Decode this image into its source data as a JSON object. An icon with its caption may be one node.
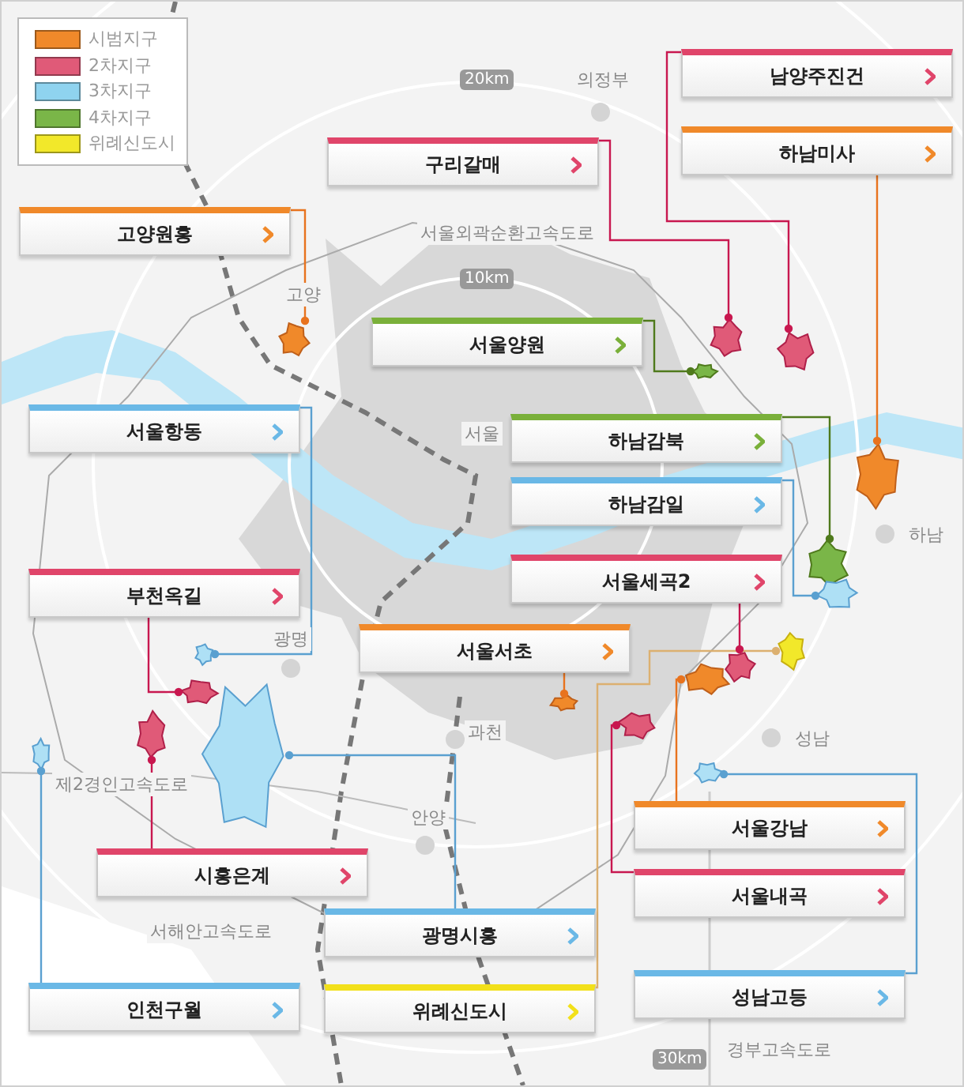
{
  "diagram": {
    "nodes": [
      {
        "text": [
          "남양주진건"
        ]
      },
      {
        "text": [
          "구리갈매"
        ]
      },
      {
        "text": [
          "하남미사"
        ]
      },
      {
        "text": [
          "고양원흥"
        ]
      },
      {
        "text": [
          "서울양원"
        ]
      },
      {
        "text": [
          "서울항동"
        ]
      },
      {
        "text": [
          "하남감북"
        ]
      },
      {
        "text": [
          "하남감일"
        ]
      },
      {
        "text": [
          "서울세곡2"
        ]
      },
      {
        "text": [
          "부천옥길"
        ]
      },
      {
        "text": [
          "서울서초"
        ]
      },
      {
        "text": [
          "서울강남"
        ]
      },
      {
        "text": [
          "시흥은계"
        ]
      },
      {
        "text": [
          "서울내곡"
        ]
      },
      {
        "text": [
          "광명시흥"
        ]
      },
      {
        "text": [
          "성남고등"
        ]
      },
      {
        "text": [
          "위례신도시"
        ]
      },
      {
        "text": [
          "인천구월"
        ]
      },
      {
        "text": [],
        "shape": "picture"
      },
      {
        "text": [],
        "shape": "picture"
      },
      {
        "text": [],
        "shape": "picture"
      },
      {
        "text": [],
        "shape": "picture"
      },
      {
        "text": [],
        "shape": "picture"
      },
      {
        "text": [],
        "shape": "picture"
      },
      {
        "text": [],
        "shape": "picture"
      },
      {
        "text": [],
        "shape": "picture"
      },
      {
        "text": [],
        "shape": "picture"
      },
      {
        "text": [],
        "shape": "picture"
      },
      {
        "text": [],
        "shape": "picture"
      },
      {
        "text": [],
        "shape": "picture"
      },
      {
        "text": [],
        "shape": "picture"
      },
      {
        "text": [],
        "shape": "picture"
      },
      {
        "text": [],
        "shape": "picture"
      },
      {
        "text": [],
        "shape": "picture"
      },
      {
        "text": [],
        "shape": "picture"
      },
      {
        "text": [],
        "shape": "picture"
      }
    ],
    "edges": [
      {
        "from": 3,
        "to": 18,
        "arrow": "other",
        "color": "#e8731e"
      },
      {
        "from": 1,
        "to": 19,
        "arrow": "other"
      },
      {
        "from": 0,
        "to": 20,
        "arrow": "other"
      },
      {
        "from": 2,
        "to": 21,
        "arrow": "other",
        "color": "#e8731e"
      },
      {
        "from": 4,
        "to": 22,
        "arrow": "other",
        "color": "#4f7a1c"
      },
      {
        "from": 6,
        "to": 23,
        "arrow": "other",
        "color": "#4f7a1c"
      },
      {
        "from": 7,
        "to": 24,
        "arrow": "other",
        "color": "#5aa0d0"
      },
      {
        "from": 16,
        "to": 25,
        "arrow": "other",
        "color": "#dcb070"
      },
      {
        "from": 8,
        "to": 26,
        "arrow": "other"
      },
      {
        "from": 11,
        "to": 27,
        "arrow": "other",
        "color": "#e8731e"
      },
      {
        "from": 10,
        "to": 28,
        "arrow": "other",
        "color": "#e8731e"
      },
      {
        "from": 13,
        "to": 29,
        "arrow": "other"
      },
      {
        "from": 5,
        "to": 30,
        "arrow": "other",
        "color": "#5aa0d0"
      },
      {
        "from": 9,
        "to": 31,
        "arrow": "other"
      },
      {
        "from": 12,
        "to": 32,
        "arrow": "other"
      },
      {
        "from": 14,
        "to": 33,
        "arrow": "other",
        "color": "#5aa0d0"
      },
      {
        "from": 17,
        "to": 34,
        "arrow": "other",
        "color": "#5aa0d0"
      },
      {
        "from": 15,
        "to": 35,
        "arrow": "other",
        "color": "#5aa0d0"
      }
    ],
    "labels": [
      "20km",
      "의정부",
      "서울외곽순환고속도로",
      "10km",
      "고양",
      "서울",
      "하남",
      "광명",
      "과천",
      "성남",
      "제2경인고속도로",
      "안양",
      "서해안고속도로",
      "경부고속도로",
      "30km"
    ],
    "legend": [
      {
        "text": "시범지구",
        "color": "#f0892a"
      },
      {
        "text": "2차지구",
        "color": "#e05a78"
      },
      {
        "text": "3차지구",
        "color": "#8fd3ef"
      },
      {
        "text": "4차지구",
        "color": "#7ab648"
      },
      {
        "text": "위례신도시",
        "color": "#f2e82a"
      }
    ]
  }
}
